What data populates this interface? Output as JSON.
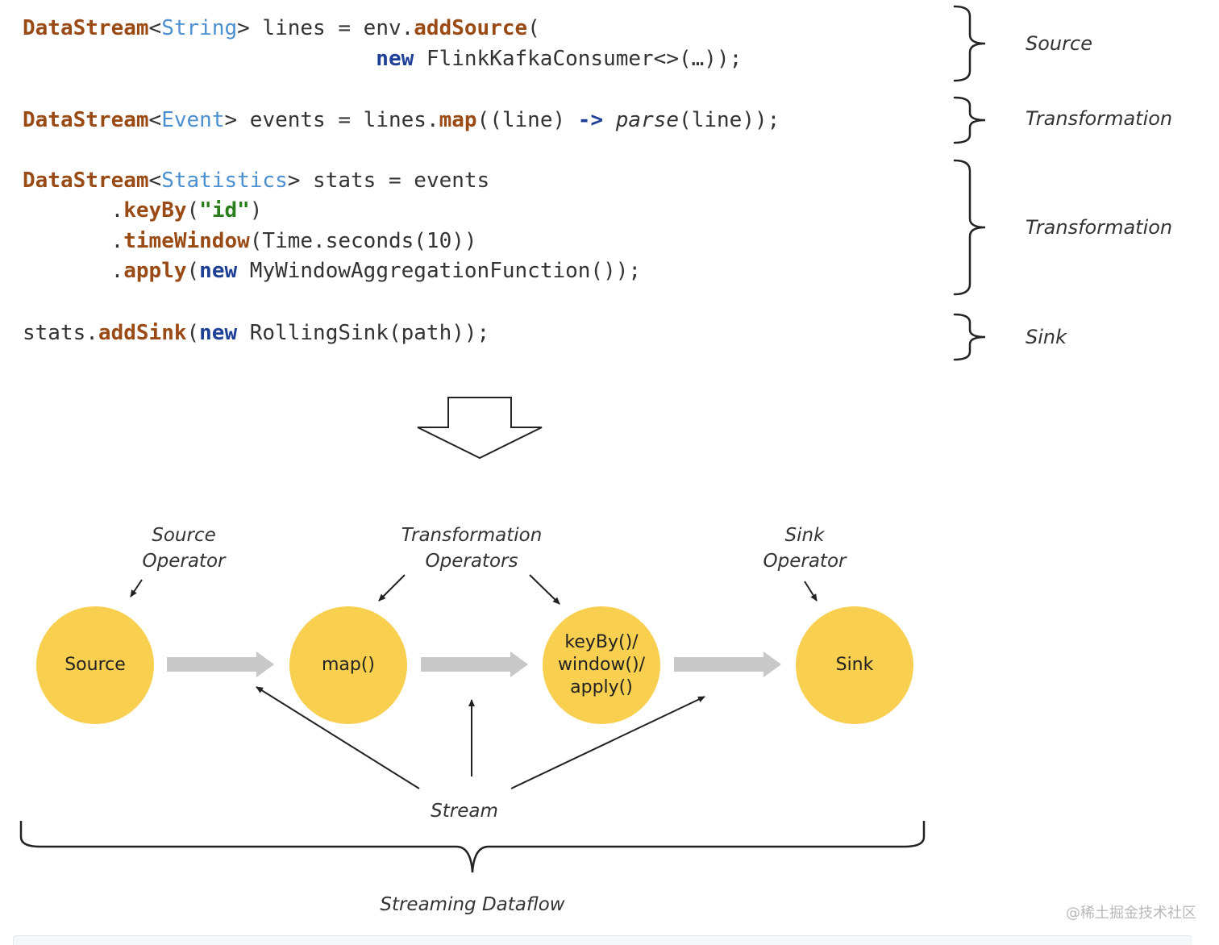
{
  "code": {
    "line1": {
      "type": "DataStream",
      "lt": "<",
      "generic": "String",
      "gt": ">",
      "rest1": " lines = env.",
      "method": "addSource",
      "rest2": "("
    },
    "line2": {
      "indent": "                            ",
      "kw": "new",
      "rest": " FlinkKafkaConsumer<>(…));"
    },
    "line3": {
      "type": "DataStream",
      "lt": "<",
      "generic": "Event",
      "gt": ">",
      "rest1": " events = lines.",
      "method": "map",
      "rest2": "((line) ",
      "arrow": "->",
      "space": " ",
      "fn": "parse",
      "rest3": "(line));"
    },
    "line4": {
      "type": "DataStream",
      "lt": "<",
      "generic": "Statistics",
      "gt": ">",
      "rest": " stats = events"
    },
    "line5": {
      "indent": "       .",
      "method": "keyBy",
      "open": "(",
      "str": "\"id\"",
      "close": ")"
    },
    "line6": {
      "indent": "       .",
      "method": "timeWindow",
      "rest": "(Time.seconds(10))"
    },
    "line7": {
      "indent": "       .",
      "method": "apply",
      "open": "(",
      "kw": "new",
      "rest": " MyWindowAggregationFunction());"
    },
    "line8": {
      "start": "stats.",
      "method": "addSink",
      "open": "(",
      "kw": "new",
      "rest": " RollingSink(path));"
    }
  },
  "brace_labels": {
    "source": "Source",
    "transformation1": "Transformation",
    "transformation2": "Transformation",
    "sink": "Sink"
  },
  "diagram": {
    "labels": {
      "source_operator": [
        "Source",
        "Operator"
      ],
      "transformation_operators": [
        "Transformation",
        "Operators"
      ],
      "sink_operator": [
        "Sink",
        "Operator"
      ],
      "stream": "Stream",
      "streaming_dataflow": "Streaming Dataflow"
    },
    "nodes": {
      "source": "Source",
      "map": "map()",
      "window": [
        "keyBy()/",
        "window()/",
        "apply()"
      ],
      "sink": "Sink"
    }
  },
  "watermark": "@稀土掘金技术社区",
  "colors": {
    "node_fill": "#f8cf4e",
    "flow_arrow": "#c8c8c8",
    "code_type": "#9a4a14",
    "code_generic": "#4a8fd0",
    "code_keyword": "#1d3f96",
    "code_string": "#2b7d1c"
  }
}
